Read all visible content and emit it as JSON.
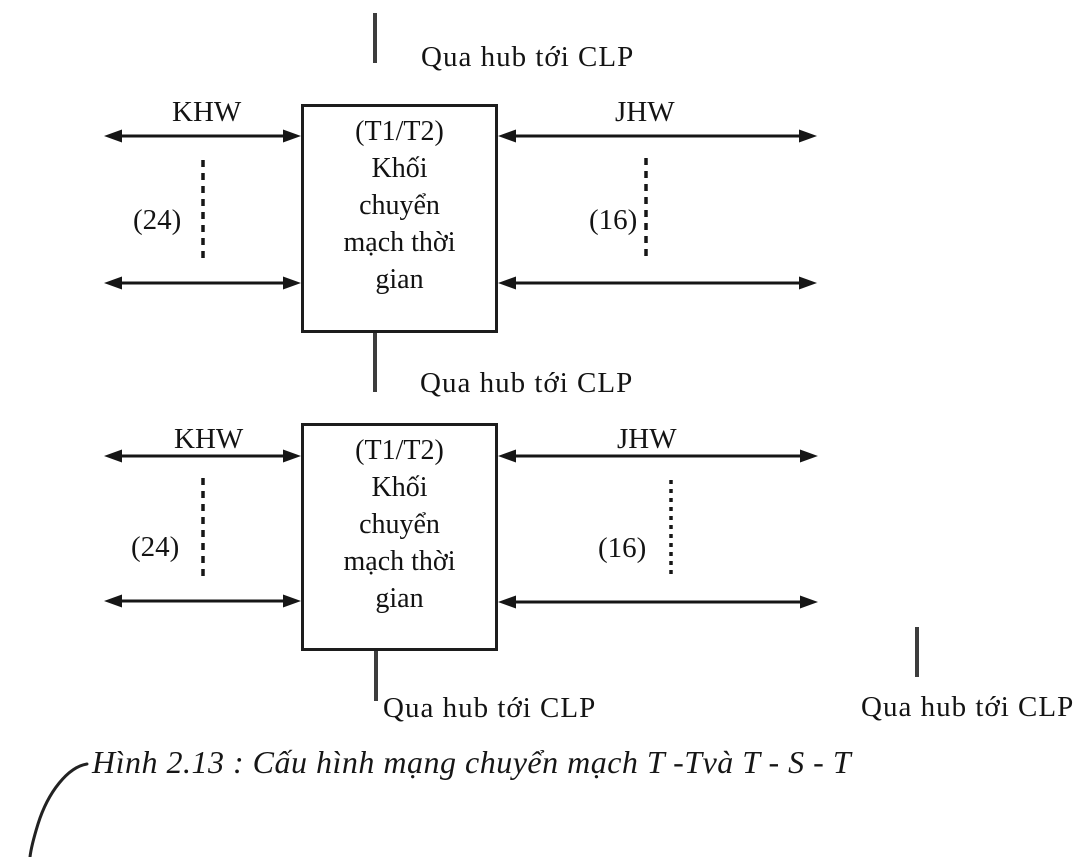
{
  "figure": {
    "caption": "Hình 2.13 : Cấu hình mạng chuyển mạch T -Tvà T - S - T",
    "hub_label_top": "Qua hub tới CLP",
    "hub_label_middle": "Qua hub tới CLP",
    "hub_label_bottom": "Qua hub tới CLP",
    "hub_label_bottom_right": "Qua hub tới CLP"
  },
  "blocks": [
    {
      "lines": [
        "(T1/T2)",
        "Khối",
        "chuyển",
        "mạch thời",
        "gian"
      ],
      "left_bus_label": "KHW",
      "left_bus_count": "(24)",
      "right_bus_label": "JHW",
      "right_bus_count": "(16)"
    },
    {
      "lines": [
        "(T1/T2)",
        "Khối",
        "chuyển",
        "mạch thời",
        "gian"
      ],
      "left_bus_label": "KHW",
      "left_bus_count": "(24)",
      "right_bus_label": "JHW",
      "right_bus_count": "(16)"
    }
  ],
  "colors": {
    "background": "#ffffff",
    "ink": "#141414",
    "connector": "#3d3d3d"
  }
}
